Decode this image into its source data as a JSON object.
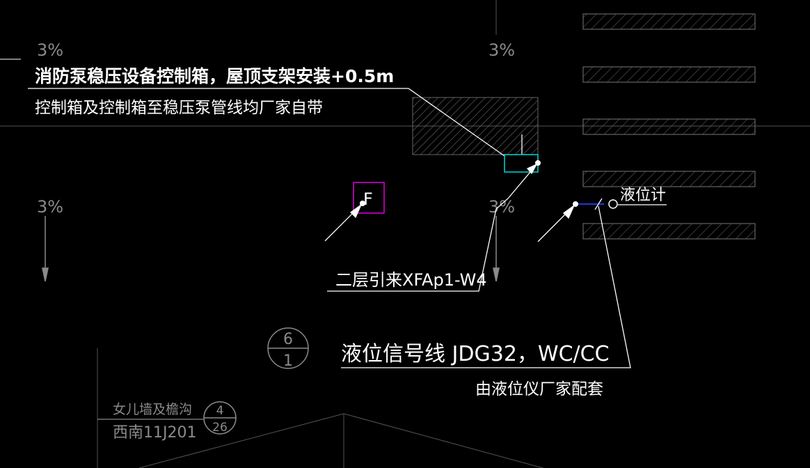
{
  "drawing": {
    "slope_labels": [
      "3%",
      "3%",
      "3%",
      "3%"
    ],
    "control_box": {
      "title": "消防泵稳压设备控制箱，屋顶支架安装+0.5m",
      "subtitle": "控制箱及控制箱至稳压泵管线均厂家自带"
    },
    "device_f_label": "F",
    "level_meter_label": "液位计",
    "feed_label": "二层引来XFAp1-W4",
    "signal_line": {
      "title": "液位信号线 JDG32，WC/CC",
      "subtitle": "由液位仪厂家配套"
    },
    "detail_mark_1": {
      "top": "6",
      "bottom": "1"
    },
    "parapet": {
      "title": "女儿墙及檐沟",
      "ref": "西南11J201",
      "detail_top": "4",
      "detail_bottom": "26"
    },
    "colors": {
      "background": "#000000",
      "line": "#ffffff",
      "text": "#ffffff",
      "dim_text": "#8a8a8a",
      "cyan": "#00d8d8",
      "magenta": "#e000e0",
      "blue": "#2040ff"
    }
  }
}
